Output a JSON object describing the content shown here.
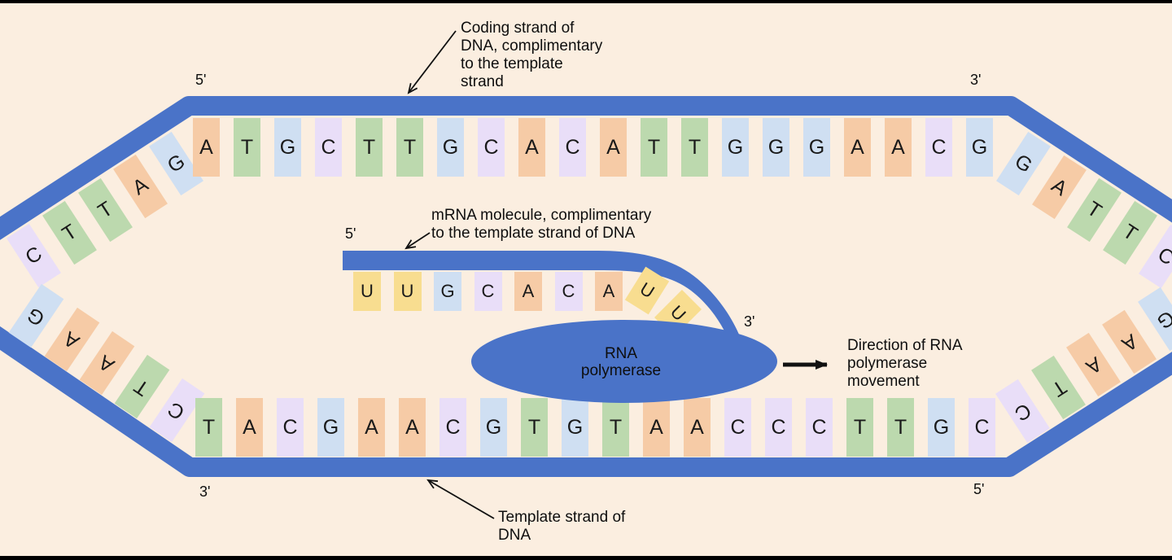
{
  "colors": {
    "background": "#fbeee0",
    "frame_bar": "#000000",
    "strand": "#4a73c8",
    "nucleotide_A": "#f6cba6",
    "nucleotide_T": "#bcd9ae",
    "nucleotide_G": "#cfdff2",
    "nucleotide_C": "#e9def8",
    "nucleotide_U": "#f8dd90",
    "text": "#0e0e0e"
  },
  "coding_strand": {
    "label_lines": [
      "Coding strand of",
      "DNA, complimentary",
      "to the template",
      "strand"
    ],
    "five_prime_label": "5'",
    "three_prime_label": "3'",
    "left_diagonal": [
      "C",
      "T",
      "T",
      "A",
      "G"
    ],
    "horizontal": [
      "A",
      "T",
      "G",
      "C",
      "T",
      "T",
      "G",
      "C",
      "A",
      "C",
      "A",
      "T",
      "T",
      "G",
      "G",
      "G",
      "A",
      "A",
      "C",
      "G"
    ],
    "right_diagonal": [
      "G",
      "A",
      "T",
      "T",
      "C"
    ]
  },
  "template_strand": {
    "label_lines": [
      "Template strand of",
      "DNA"
    ],
    "three_prime_label": "3'",
    "five_prime_label": "5'",
    "left_diagonal": [
      "G",
      "A",
      "A",
      "T",
      "C"
    ],
    "horizontal": [
      "T",
      "A",
      "C",
      "G",
      "A",
      "A",
      "C",
      "G",
      "T",
      "G",
      "T",
      "A",
      "A",
      "C",
      "C",
      "C",
      "T",
      "T",
      "G",
      "C"
    ],
    "right_diagonal": [
      "C",
      "T",
      "A",
      "A",
      "G"
    ]
  },
  "mrna": {
    "label_lines": [
      "mRNA molecule, complimentary",
      "to the template strand of DNA"
    ],
    "five_prime_label": "5'",
    "three_prime_label": "3'",
    "horizontal": [
      "U",
      "U",
      "G",
      "C",
      "A",
      "C",
      "A"
    ],
    "tilted": [
      "U",
      "U"
    ]
  },
  "rna_polymerase": {
    "label_lines": [
      "RNA",
      "polymerase"
    ]
  },
  "direction_arrow": {
    "label_lines": [
      "Direction of RNA",
      "polymerase",
      "movement"
    ]
  }
}
